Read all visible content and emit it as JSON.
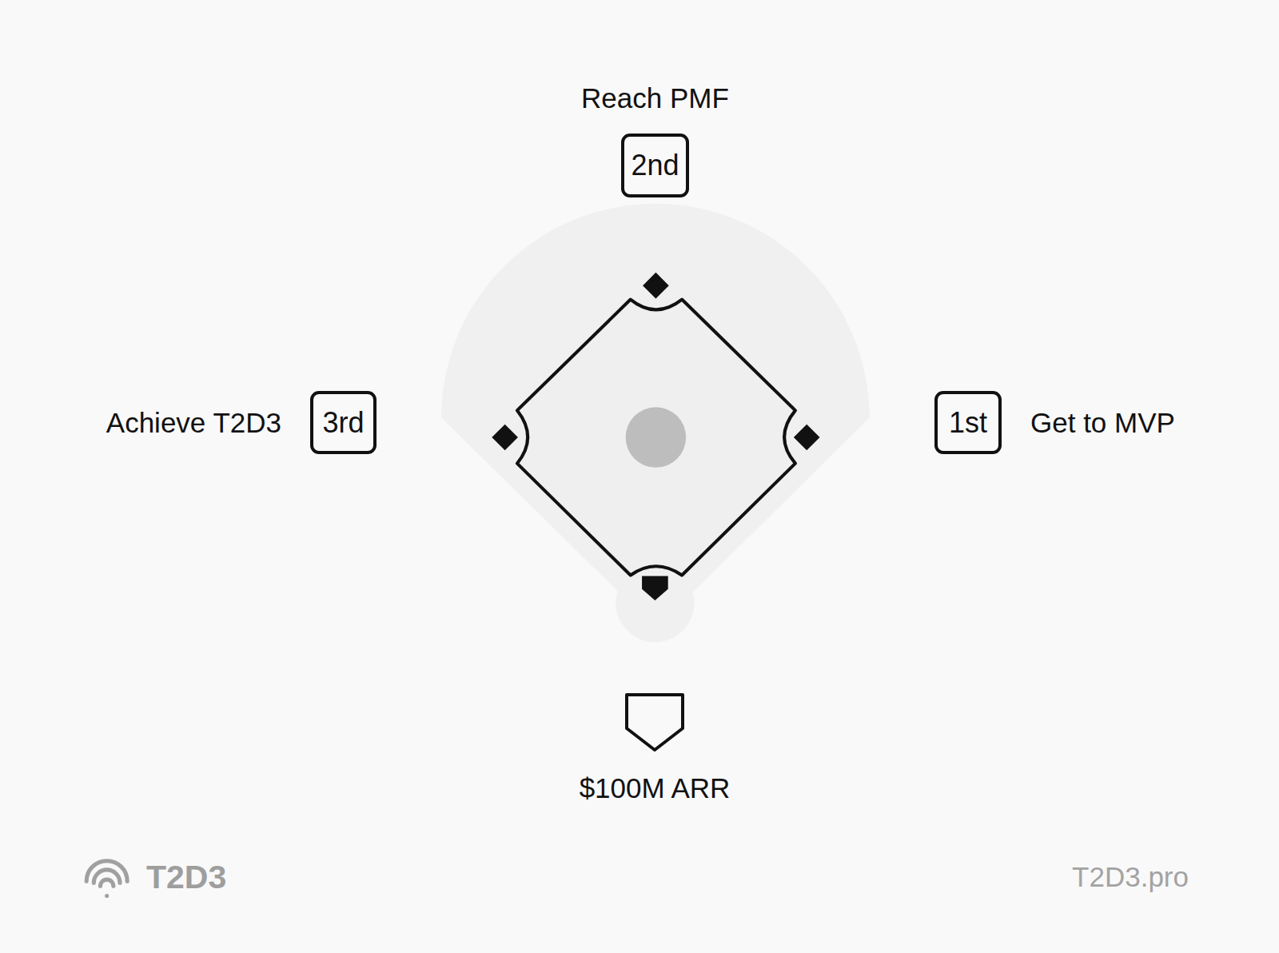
{
  "diagram": {
    "nodes": [
      {
        "text": [
          "Reach PMF",
          "2nd"
        ]
      },
      {
        "text": [
          "Achieve T2D3",
          "3rd"
        ]
      },
      {
        "text": [
          "1st",
          "Get to MVP"
        ]
      },
      {
        "text": [
          "$100M ARR"
        ]
      }
    ],
    "labels": [
      "T2D3",
      "T2D3.pro"
    ]
  }
}
